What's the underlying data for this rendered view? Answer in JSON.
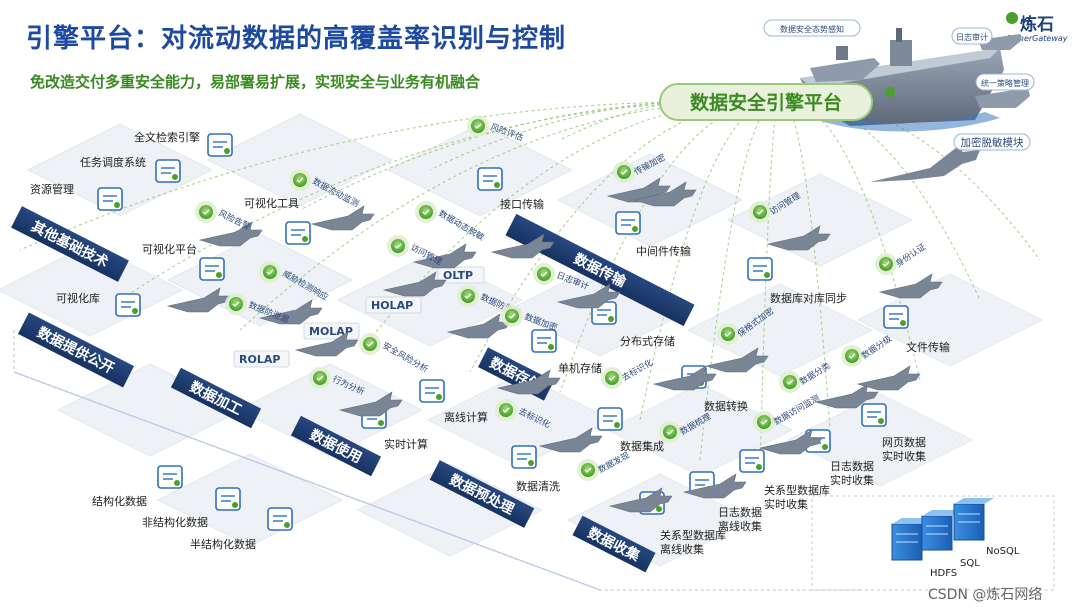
{
  "title": "引擎平台：对流动数据的高覆盖率识别与控制",
  "subtitle": "免改造交付多重安全能力，易部署易扩展，实现安全与业务有机融合",
  "brand": {
    "name": "炼石",
    "tagline": "CipherGateway"
  },
  "watermark": "CSDN @炼石网络",
  "engine": {
    "label": "数据安全引擎平台",
    "modules": [
      "数据安全态势感知",
      "日志审计",
      "统一策略管理",
      "加密脱敏模块"
    ]
  },
  "categories": [
    "其他基础技术",
    "数据传输",
    "数据提供公开",
    "数据加工",
    "数据存储",
    "数据使用",
    "数据预处理",
    "数据收集"
  ],
  "components": [
    "全文检索引擎",
    "任务调度系统",
    "资源管理",
    "可视化工具",
    "可视化平台",
    "可视化库",
    "接口传输",
    "中间件传输",
    "数据库对库同步",
    "文件传输",
    "OLTP",
    "HOLAP",
    "MOLAP",
    "ROLAP",
    "单机存储",
    "分布式存储",
    "离线计算",
    "实时计算",
    "数据转换",
    "数据集成",
    "数据清洗",
    "网页数据实时收集",
    "日志数据实时收集",
    "关系型数据库实时收集",
    "日志数据离线收集",
    "关系型数据库离线收集",
    "结构化数据",
    "非结构化数据",
    "半结构化数据",
    "HDFS",
    "SQL",
    "NoSQL"
  ],
  "capabilities": [
    "风险评估",
    "数据流动监测",
    "传输加密",
    "风险告警",
    "数据防泄漏",
    "访问管理",
    "数据动态脱敏",
    "威胁检测响应",
    "访问管理",
    "身份认证",
    "日志审计",
    "数据防泄漏",
    "数据加密",
    "安全风险分析",
    "保格式加密",
    "行为分析",
    "去标识化",
    "数据分级",
    "数据分类",
    "去标识化",
    "数据访问监测",
    "数据梳理",
    "数据发现"
  ],
  "colors": {
    "title": "#1d4aa0",
    "subtitle": "#3a8a22",
    "banner": "#1e3a6e",
    "badge": "#4aa02a",
    "platform": "#e6eaf0"
  }
}
